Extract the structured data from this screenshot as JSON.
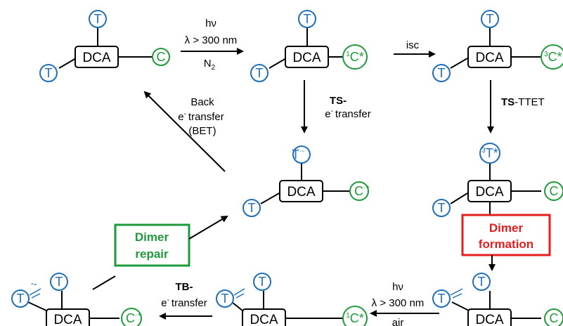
{
  "colors": {
    "thymine": "#1f6fb8",
    "carbazole": "#1f9a3a",
    "repair_box": "#1f9a3a",
    "formation_box": "#e41e1e",
    "line": "#000000"
  },
  "nodes": {
    "dca": "DCA",
    "t": "T",
    "c": "C",
    "c_singlet_sup": "1",
    "c_triplet_sup": "3",
    "c_star": "C*",
    "c_radical": "C",
    "radical_cation_sup": "·+",
    "t_radical_anion_sup": "·-",
    "t_triplet_sup": "3",
    "t_star": "T*",
    "dimer_sup": "·-"
  },
  "labels": {
    "hv": "hν",
    "lambda": "λ > 300 nm",
    "n2": "N",
    "n2_sub": "2",
    "isc": "isc",
    "ts": "TS-",
    "e_transfer": "transfer",
    "e": "e",
    "minus": "-",
    "back": "Back",
    "back_transfer": "transfer",
    "bet": "(BET)",
    "tttet_ts": "TS",
    "tttet": "-TTET",
    "tb": "TB-",
    "air": "air"
  },
  "boxes": {
    "repair_1": "Dimer",
    "repair_2": "repair",
    "formation_1": "Dimer",
    "formation_2": "formation"
  }
}
